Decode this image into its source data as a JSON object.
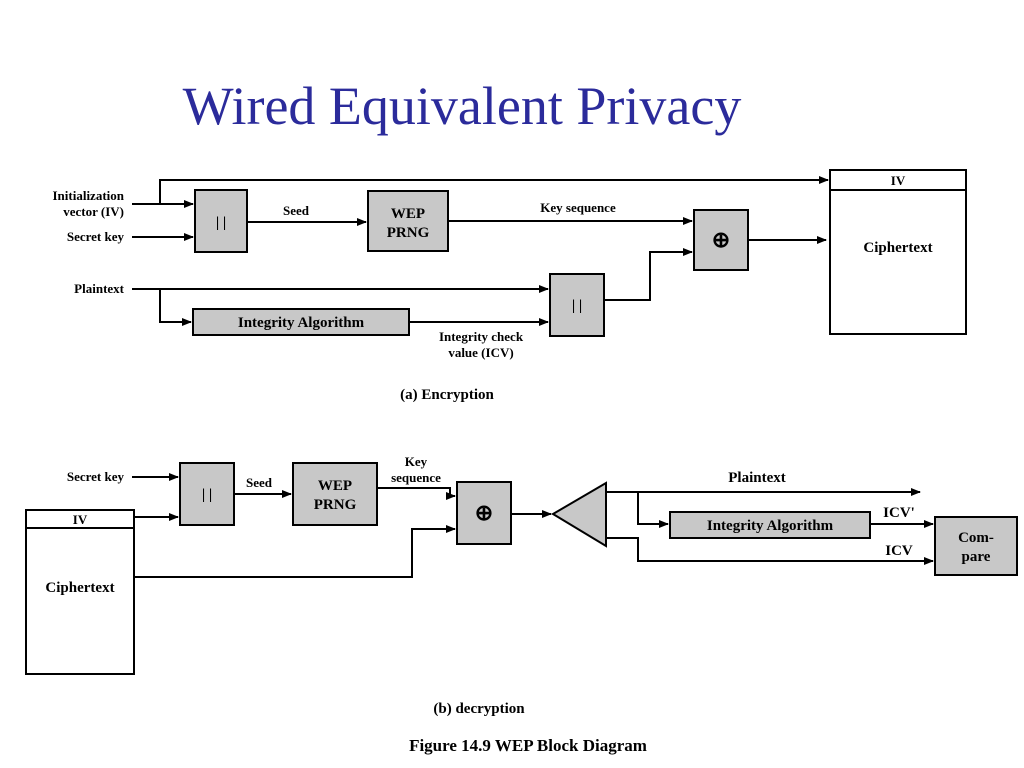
{
  "title": "Wired Equivalent Privacy",
  "encryption": {
    "caption": "(a) Encryption",
    "iv_label_line1": "Initialization",
    "iv_label_line2": "vector (IV)",
    "secret_key": "Secret key",
    "plaintext": "Plaintext",
    "concat_symbol": "| |",
    "seed": "Seed",
    "prng_line1": "WEP",
    "prng_line2": "PRNG",
    "key_sequence": "Key sequence",
    "xor_symbol": "⊕",
    "integrity_algorithm": "Integrity Algorithm",
    "icv_line1": "Integrity check",
    "icv_line2": "value (ICV)",
    "out_iv": "IV",
    "out_ciphertext": "Ciphertext"
  },
  "decryption": {
    "caption": "(b) decryption",
    "secret_key": "Secret key",
    "concat_symbol": "| |",
    "seed": "Seed",
    "prng_line1": "WEP",
    "prng_line2": "PRNG",
    "key_line1": "Key",
    "key_line2": "sequence",
    "xor_symbol": "⊕",
    "in_iv": "IV",
    "in_ciphertext": "Ciphertext",
    "plaintext": "Plaintext",
    "integrity_algorithm": "Integrity Algorithm",
    "icv_prime": "ICV'",
    "icv": "ICV",
    "compare_line1": "Com-",
    "compare_line2": "pare"
  },
  "figure_caption": "Figure 14.9  WEP Block Diagram"
}
